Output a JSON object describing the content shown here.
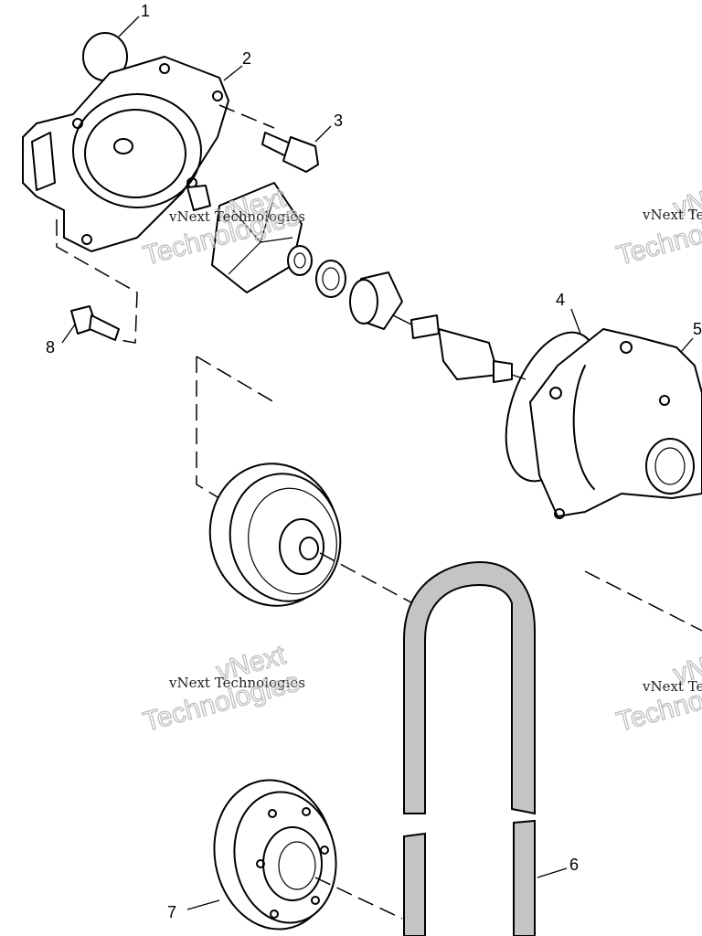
{
  "diagram": {
    "title": "Water pump exploded view",
    "callouts": [
      "1",
      "2",
      "3",
      "4",
      "5",
      "6",
      "7",
      "8"
    ]
  },
  "watermark": {
    "line": "vNext Technologies",
    "big_word_1": "vNext",
    "big_word_2": "Technologies"
  }
}
